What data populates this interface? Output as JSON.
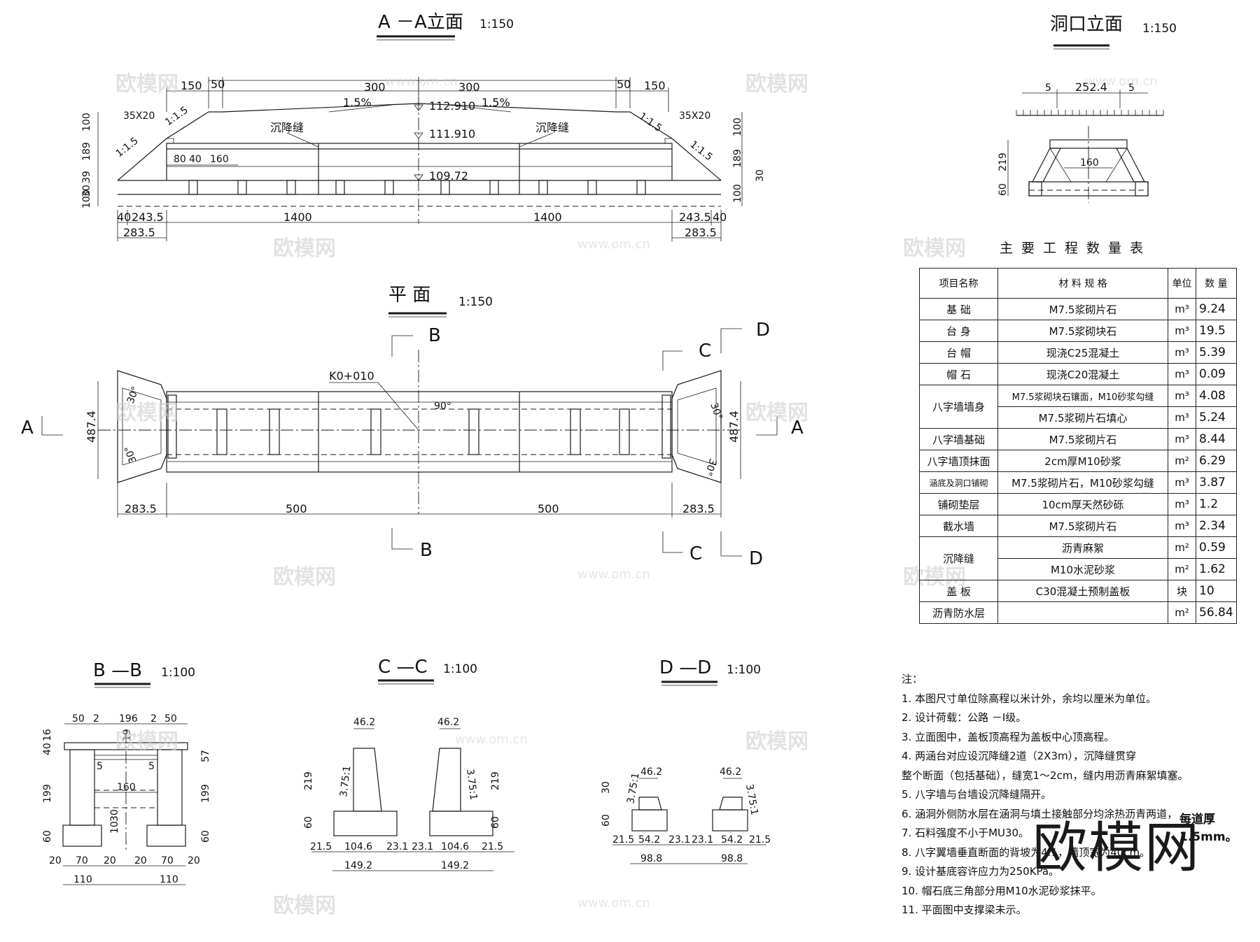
{
  "sections": {
    "aa": {
      "title": "A －A立面",
      "scale": "1:150"
    },
    "plan": {
      "title": "平  面",
      "scale": "1:150"
    },
    "portal": {
      "title": "洞口立面",
      "scale": "1:150"
    },
    "bb": {
      "title": "B —B",
      "scale": "1:100"
    },
    "cc": {
      "title": "C —C",
      "scale": "1:100"
    },
    "dd": {
      "title": "D —D",
      "scale": "1:100"
    }
  },
  "aa_labels": {
    "dim_150": "150",
    "dim_50": "50",
    "dim_300": "300",
    "slope_pct": "1.5%",
    "elev_top": "112.910",
    "elev_mid": "111.910",
    "elev_bot": "109.72",
    "chamfer": "35X20",
    "slope_ratio": "1:1.5",
    "joint": "沉降缝",
    "h100": "100",
    "h189": "189",
    "h30": "30",
    "h39": "39",
    "d80": "80",
    "d40": "40",
    "d160": "160",
    "b40": "40",
    "b2435": "243.5",
    "b1400": "1400",
    "b2835": "283.5",
    "side30": "30"
  },
  "plan_labels": {
    "station": "K0+010",
    "width": "487.4",
    "angle30": "30°",
    "angle90": "90°",
    "d2835": "283.5",
    "d500": "500",
    "secA": "A",
    "secB": "B",
    "secC": "C",
    "secD": "D"
  },
  "portal_labels": {
    "d5": "5",
    "d2524": "252.4",
    "h219": "219",
    "h60": "60",
    "d160": "160"
  },
  "bb_labels": {
    "d50": "50",
    "d2": "2",
    "d196": "196",
    "h40": "40",
    "h16": "16",
    "h19": "19",
    "h57": "57",
    "h199": "199",
    "h60": "60",
    "d5": "5",
    "d160": "160",
    "h30": "30",
    "h10": "10",
    "d20": "20",
    "d70": "70",
    "d110": "110"
  },
  "cc_labels": {
    "d462": "46.2",
    "slope": "3.75:1",
    "h219": "219",
    "h60": "60",
    "d215": "21.5",
    "d1046": "104.6",
    "d231": "23.1",
    "d1492": "149.2"
  },
  "dd_labels": {
    "d462": "46.2",
    "slope": "3.75:1",
    "h30": "30",
    "h60": "60",
    "d215": "21.5",
    "d542": "54.2",
    "d231": "23.1",
    "d988": "98.8"
  },
  "table": {
    "title": "主要工程数量表",
    "headers": [
      "项目名称",
      "材 料 规 格",
      "单位",
      "数  量"
    ],
    "rows": [
      {
        "item": "基      础",
        "spec": "M7.5浆砌片石",
        "unit": "m³",
        "qty": "9.24"
      },
      {
        "item": "台      身",
        "spec": "M7.5浆砌块石",
        "unit": "m³",
        "qty": "19.5"
      },
      {
        "item": "台      帽",
        "spec": "现浇C25混凝土",
        "unit": "m³",
        "qty": "5.39"
      },
      {
        "item": "帽      石",
        "spec": "现浇C20混凝土",
        "unit": "m³",
        "qty": "0.09"
      },
      {
        "item": "八字墙墙身",
        "spec": "M7.5浆砌块石镶面，M10砂浆勾缝",
        "unit": "m³",
        "qty": "4.08"
      },
      {
        "item": "",
        "spec": "M7.5浆砌片石填心",
        "unit": "m³",
        "qty": "5.24"
      },
      {
        "item": "八字墙基础",
        "spec": "M7.5浆砌片石",
        "unit": "m³",
        "qty": "8.44"
      },
      {
        "item": "八字墙顶抹面",
        "spec": "2cm厚M10砂浆",
        "unit": "m²",
        "qty": "6.29"
      },
      {
        "item": "涵底及洞口铺砌",
        "spec": "M7.5浆砌片石，M10砂浆勾缝",
        "unit": "m³",
        "qty": "3.87"
      },
      {
        "item": "铺砌垫层",
        "spec": "10cm厚天然砂砾",
        "unit": "m³",
        "qty": "1.2"
      },
      {
        "item": "截水墙",
        "spec": "M7.5浆砌片石",
        "unit": "m³",
        "qty": "2.34"
      },
      {
        "item": "沉降缝",
        "spec": "沥青麻絮",
        "unit": "m²",
        "qty": "0.59"
      },
      {
        "item": "",
        "spec": "M10水泥砂浆",
        "unit": "m²",
        "qty": "1.62"
      },
      {
        "item": "盖      板",
        "spec": "C30混凝土预制盖板",
        "unit": "块",
        "qty": "10"
      },
      {
        "item": "沥青防水层",
        "spec": "",
        "unit": "m²",
        "qty": "56.84"
      }
    ]
  },
  "notes": {
    "heading": "注：",
    "items": [
      "1. 本图尺寸单位除高程以米计外，余均以厘米为单位。",
      "2. 设计荷载：公路 －Ⅰ级。",
      "3. 立面图中，盖板顶高程为盖板中心顶高程。",
      "4. 两涵台对应设沉降缝2道（2X3m），沉降缝贯穿",
      "    整个断面（包括基础），缝宽1～2cm，缝内用沥青麻絮填塞。",
      "5. 八字墙与台墙设沉降缝隔开。",
      "6. 涵洞外侧防水层在涵洞与填土接触部分均涂热沥青两道，",
      "7. 石料强度不小于MU30。",
      "8. 八字翼墙垂直断面的背坡为4:1，墙顶宽为40cm。",
      "9. 设计基底容许应力为250KPa。",
      "10. 帽石底三角部分用M10水泥砂浆抹平。",
      "11. 平面图中支撑梁未示。"
    ],
    "note6_tail": "每道厚1.5mm。"
  },
  "watermark": {
    "brand": "欧模网",
    "url": "www.om.cn"
  }
}
